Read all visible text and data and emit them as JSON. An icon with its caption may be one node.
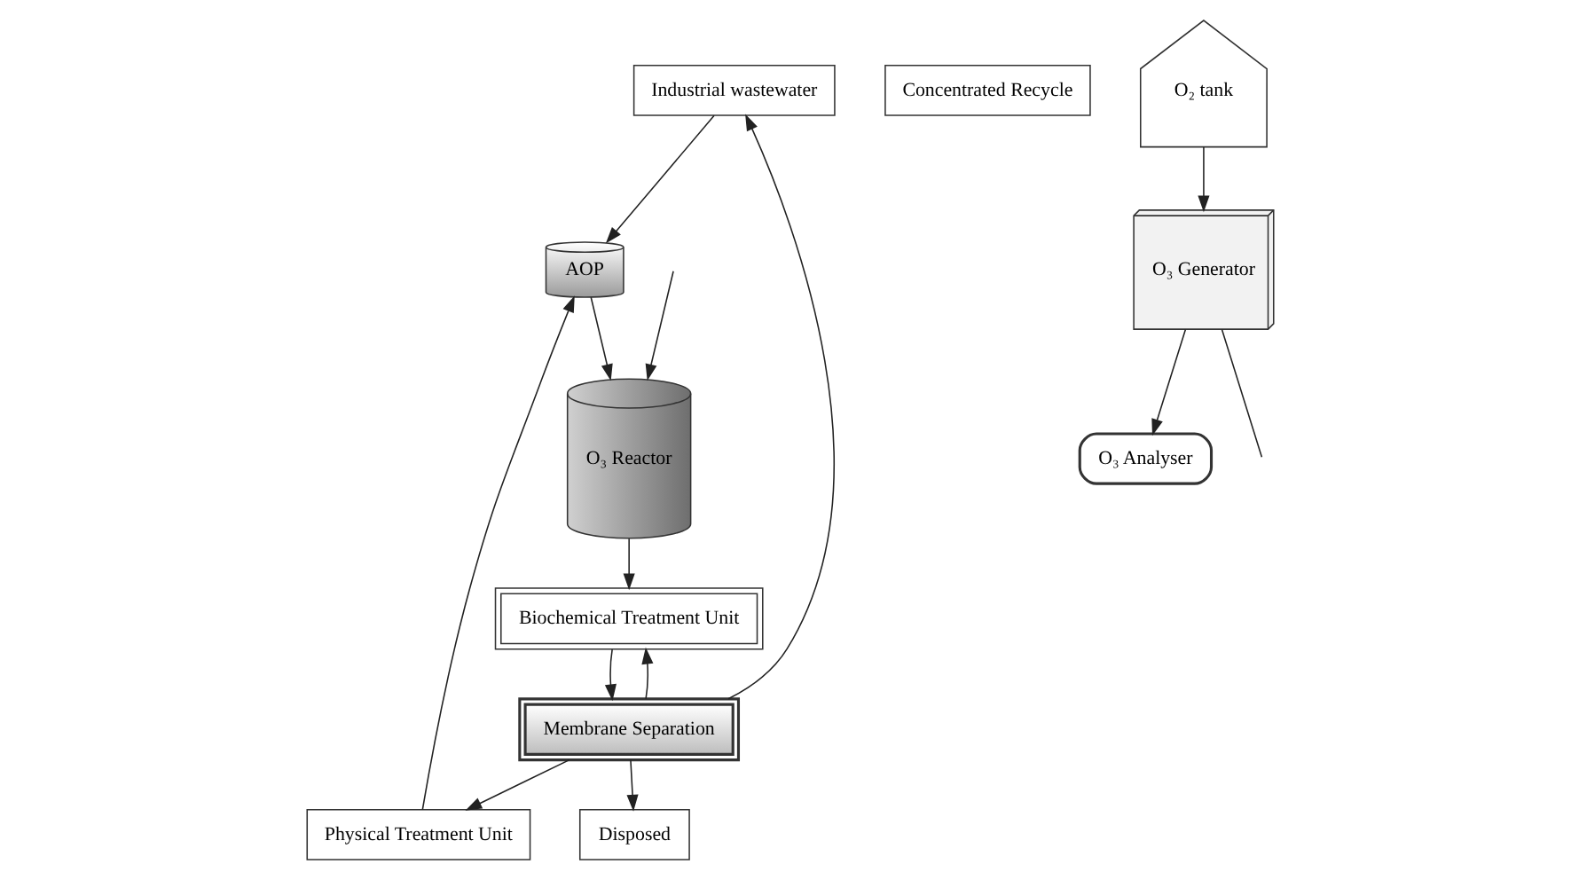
{
  "diagram": {
    "nodes": [
      {
        "text": [
          "Industrial wastewater"
        ]
      },
      {
        "text": [
          "Concentrated Recycle"
        ]
      },
      {
        "text": [
          "Membrane Separation"
        ]
      },
      {
        "text": [
          "Physical Treatment Unit"
        ]
      },
      {
        "text": [
          "AOP"
        ]
      },
      {
        "text": [
          "O₃ Analyser"
        ]
      },
      {
        "text": [
          "O₂ tank"
        ]
      },
      {
        "text": [
          "Disposed"
        ]
      },
      {
        "text": [
          "Biochemical Treatment Unit"
        ]
      },
      {
        "text": [
          "O₃ Reactor"
        ]
      },
      {
        "text": [
          "O₃ Generator"
        ]
      }
    ],
    "edges": [
      {
        "from": 2,
        "to": 0,
        "arrow": "to"
      },
      {
        "from": 0,
        "to": 4,
        "arrow": "to"
      },
      {
        "from": 2,
        "to": 3,
        "arrow": "to"
      },
      {
        "from": 3,
        "to": 4,
        "arrow": "to"
      },
      {
        "from": 4,
        "to": 9,
        "arrow": "to"
      },
      {
        "from": 2,
        "to": 7,
        "arrow": "to"
      },
      {
        "from": 2,
        "to": 8,
        "arrow": "to"
      },
      {
        "from": 8,
        "to": 2,
        "arrow": "to"
      },
      {
        "from": 9,
        "to": 8,
        "arrow": "to"
      },
      {
        "from": 10,
        "to": 5,
        "arrow": "to"
      },
      {
        "from": 6,
        "to": 10,
        "arrow": "to"
      },
      {
        "from": 10,
        "to": null,
        "arrow": "none"
      },
      {
        "from": null,
        "to": 9,
        "arrow": "to"
      }
    ]
  }
}
